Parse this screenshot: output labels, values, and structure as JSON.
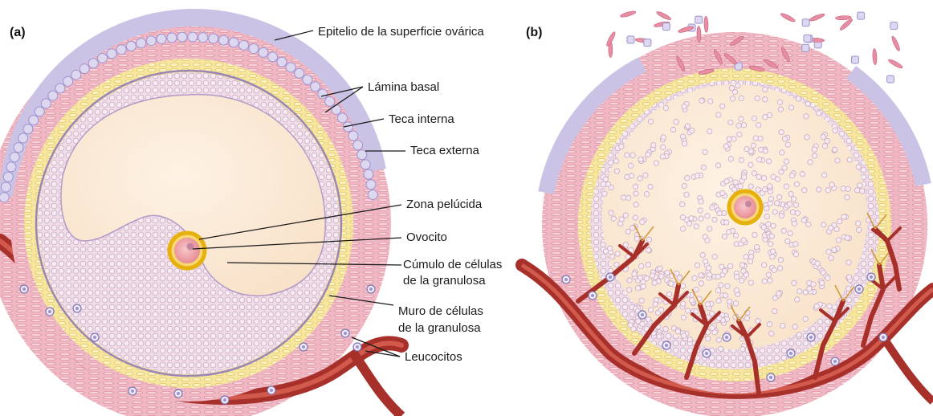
{
  "panels": {
    "a": "(a)",
    "b": "(b)"
  },
  "labels": {
    "epitelio": "Epitelio de la superficie ovárica",
    "lamina": "Lámina basal",
    "teca_interna": "Teca interna",
    "teca_externa": "Teca externa",
    "zona": "Zona pelúcida",
    "ovocito": "Ovocito",
    "cumulo_1": "Cúmulo de células",
    "cumulo_2": "de la granulosa",
    "muro_1": "Muro de células",
    "muro_2": "de la granulosa",
    "leucocitos": "Leucocitos"
  },
  "colors": {
    "antrum": "#fbe9d6",
    "granulosa": "#efdde8",
    "granulosa_cell": "#c9a9bf",
    "theca_interna": "#f6e6a0",
    "theca_externa": "#f0b8c4",
    "epithelium": "#cbc3e6",
    "epithelium_cell": "#9d93cf",
    "vessel": "#b8352a",
    "oocyte": "#f1a8ad",
    "zona": "#f2c522"
  }
}
